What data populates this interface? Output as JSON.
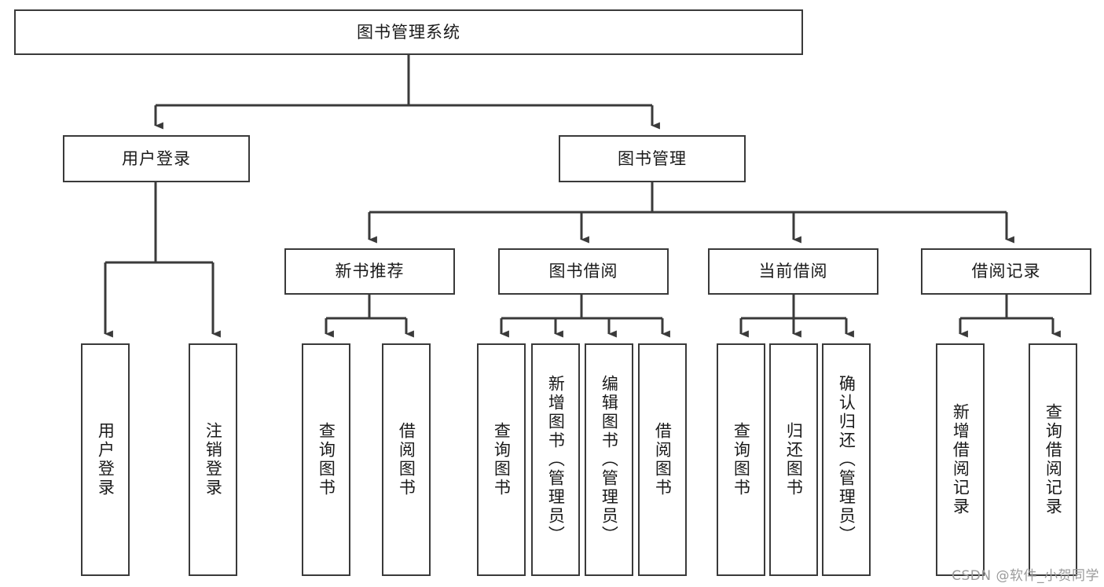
{
  "diagram": {
    "type": "tree",
    "title": "图书管理系统",
    "stroke_color": "#3a3a3a",
    "text_color": "#1a1a1a",
    "background": "#ffffff",
    "nodes": {
      "root": {
        "label": "图书管理系统"
      },
      "l2": [
        {
          "label": "用户登录"
        },
        {
          "label": "图书管理"
        }
      ],
      "l3": [
        {
          "label": "新书推荐"
        },
        {
          "label": "图书借阅"
        },
        {
          "label": "当前借阅"
        },
        {
          "label": "借阅记录"
        }
      ],
      "leaves_user": [
        {
          "label": "用户登录"
        },
        {
          "label": "注销登录"
        }
      ],
      "leaves_new_book": [
        {
          "label": "查询图书"
        },
        {
          "label": "借阅图书"
        }
      ],
      "leaves_borrow": [
        {
          "label": "查询图书"
        },
        {
          "label": "新增图书（管理员）"
        },
        {
          "label": "编辑图书（管理员）"
        },
        {
          "label": "借阅图书"
        }
      ],
      "leaves_current": [
        {
          "label": "查询图书"
        },
        {
          "label": "归还图书"
        },
        {
          "label": "确认归还（管理员）"
        }
      ],
      "leaves_records": [
        {
          "label": "新增借阅记录"
        },
        {
          "label": "查询借阅记录"
        }
      ]
    }
  },
  "watermark": {
    "text": "CSDN @软件_小贺同学"
  }
}
